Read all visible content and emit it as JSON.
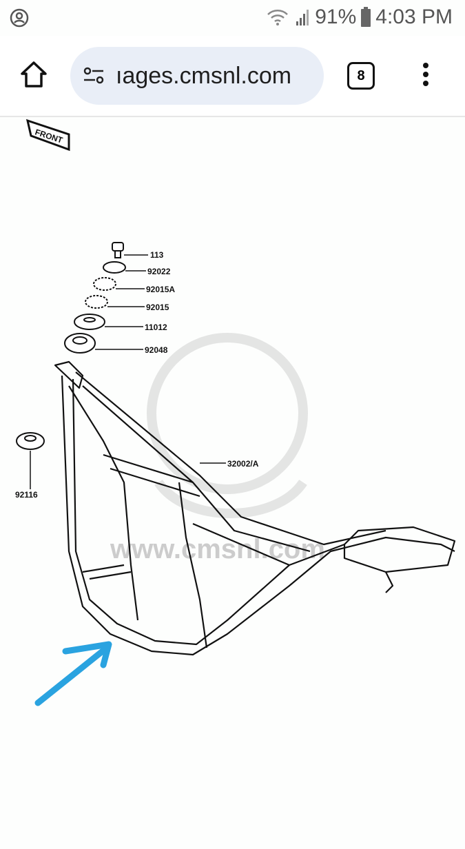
{
  "status_bar": {
    "battery": "91%",
    "time": "4:03 PM"
  },
  "browser": {
    "url": "ıages.cmsnl.com",
    "tab_count": "8"
  },
  "diagram": {
    "front_label": "FRONT",
    "parts": [
      "113",
      "92022",
      "92015A",
      "92015",
      "11012",
      "92048",
      "32002/A",
      "92116"
    ],
    "watermark": "www.cmsnl.com",
    "annotation_color": "#2aa3e0"
  }
}
